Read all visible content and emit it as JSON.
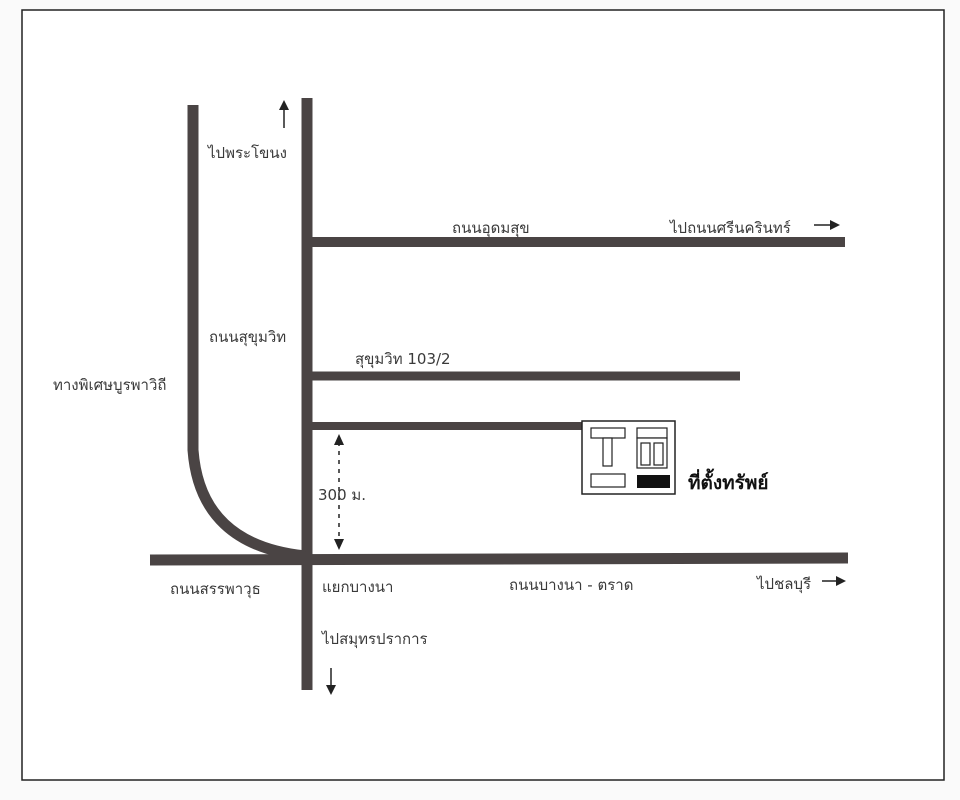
{
  "colors": {
    "road": "#4a4444",
    "frame": "#222222",
    "text": "#3a3a3a",
    "marker_fill": "#111111"
  },
  "labels": {
    "to_phra_khanong": "ไปพระโขนง",
    "sukhumvit_road": "ถนนสุขุมวิท",
    "udomsuk_road": "ถนนอุดมสุข",
    "to_srinakarin": "ไปถนนศรีนครินทร์",
    "sukhumvit_103_2": "สุขุมวิท 103/2",
    "expressway": "ทางพิเศษบูรพาวิถี",
    "distance": "300 ม.",
    "property_location": "ที่ตั้งทรัพย์",
    "sanphawut_road": "ถนนสรรพาวุธ",
    "bangna_junction": "แยกบางนา",
    "bangna_trat_road": "ถนนบางนา - ตราด",
    "to_chonburi": "ไปชลบุรี",
    "to_samut_prakan": "ไปสมุทรปราการ"
  },
  "icons": {
    "north_arrow": "arrow-up-icon",
    "east_arrow_top": "arrow-right-icon",
    "east_arrow_bottom": "arrow-right-icon",
    "south_arrow": "arrow-down-icon",
    "distance_marker": "double-arrow-vertical-icon",
    "property_marker": "building-plan-icon"
  }
}
